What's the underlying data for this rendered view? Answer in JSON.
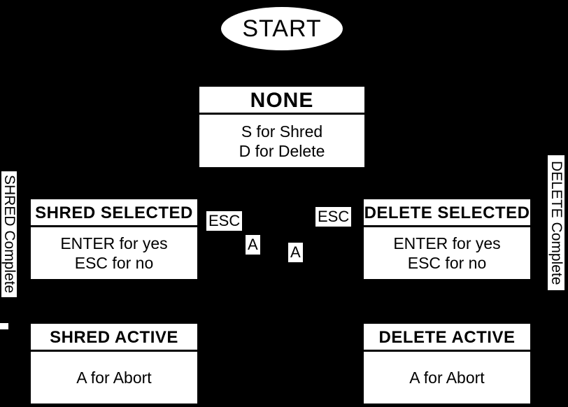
{
  "diagram": {
    "type": "state-machine",
    "colors": {
      "background": "#000000",
      "node_fill": "#ffffff",
      "node_text": "#000000",
      "divider": "#000000"
    }
  },
  "start": {
    "label": "START"
  },
  "states": {
    "none": {
      "title": "NONE",
      "body": [
        "S for Shred",
        "D for Delete"
      ]
    },
    "shred_selected": {
      "title": "SHRED SELECTED",
      "body": [
        "ENTER for yes",
        "ESC for no"
      ]
    },
    "delete_selected": {
      "title": "DELETE SELECTED",
      "body": [
        "ENTER for yes",
        "ESC for no"
      ]
    },
    "shred_active": {
      "title": "SHRED ACTIVE",
      "body": [
        "A for Abort"
      ]
    },
    "delete_active": {
      "title": "DELETE ACTIVE",
      "body": [
        "A for Abort"
      ]
    }
  },
  "edge_labels": {
    "esc_left": "ESC",
    "esc_right": "ESC",
    "a_left": "A",
    "a_right": "A",
    "shred_complete": "SHRED Complete",
    "delete_complete": "DELETE Complete"
  }
}
